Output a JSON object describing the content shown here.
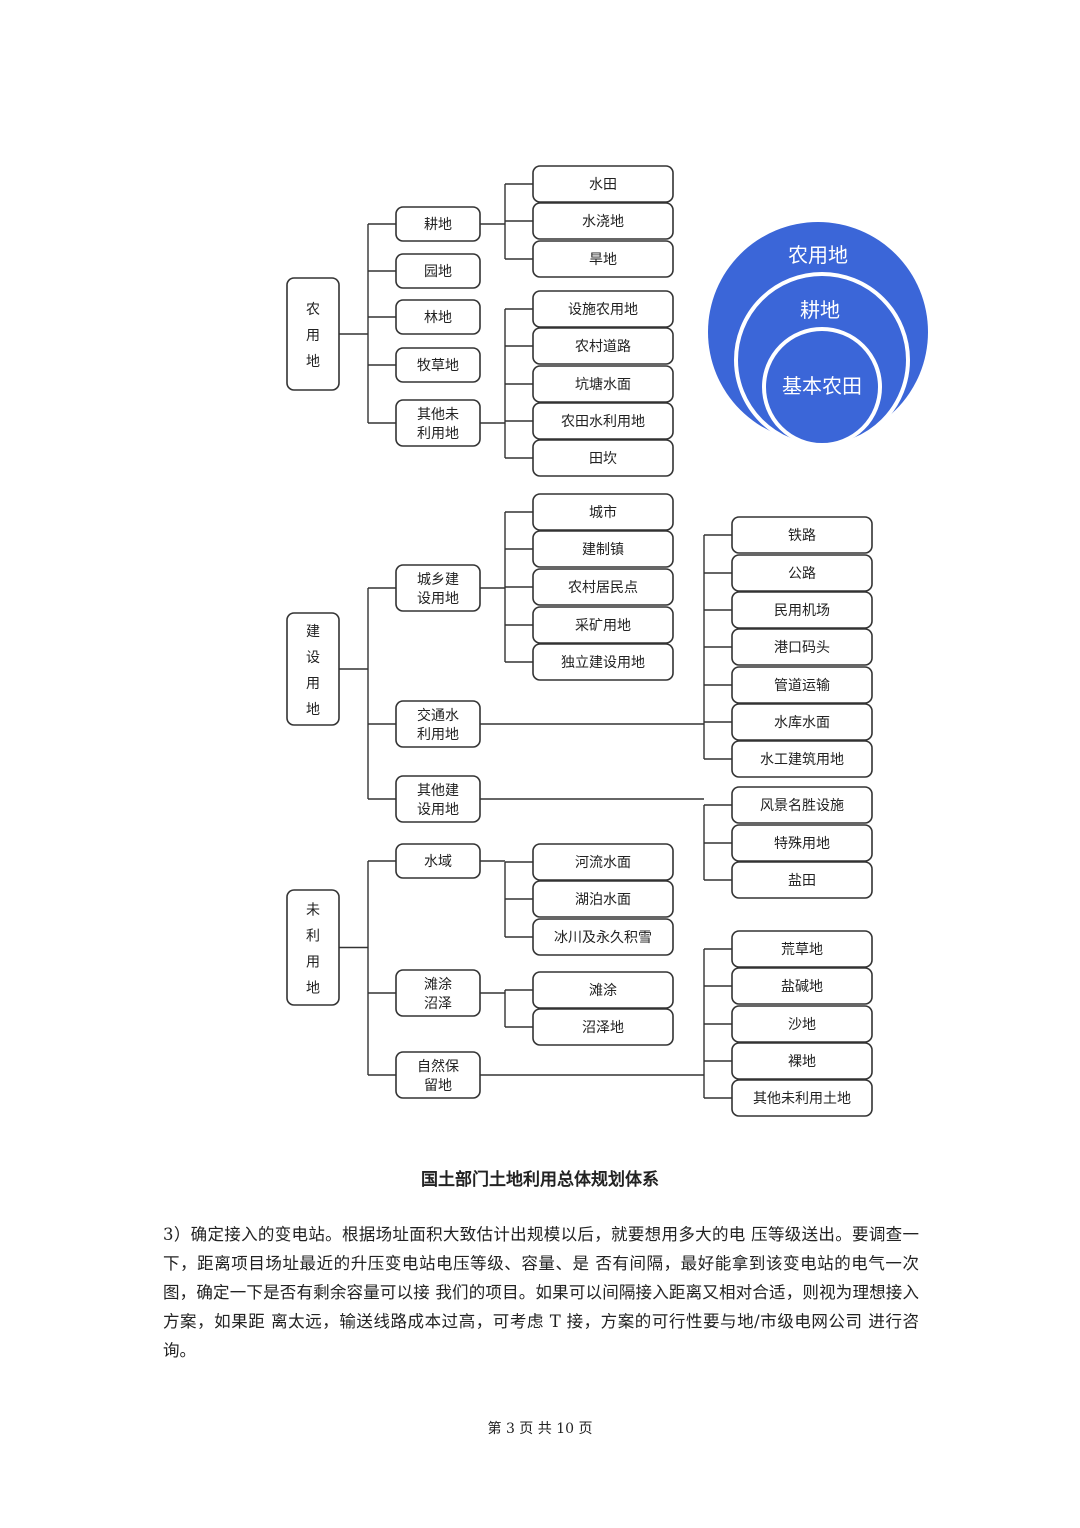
{
  "diagram": {
    "roots": [
      {
        "label": "农用地",
        "children": [
          {
            "label": "耕地",
            "children": [
              "水田",
              "水浇地",
              "旱地"
            ]
          },
          {
            "label": "园地",
            "children": []
          },
          {
            "label": "林地",
            "children": []
          },
          {
            "label": "牧草地",
            "children": []
          },
          {
            "label": "其他未利用地",
            "children": [
              "设施农用地",
              "农村道路",
              "坑塘水面",
              "农田水利用地",
              "田坎"
            ]
          }
        ]
      },
      {
        "label": "建设用地",
        "children": [
          {
            "label": "城乡建设用地",
            "children": [
              "城市",
              "建制镇",
              "农村居民点",
              "采矿用地",
              "独立建设用地"
            ]
          },
          {
            "label": "交通水利用地",
            "children": [
              "铁路",
              "公路",
              "民用机场",
              "港口码头",
              "管道运输",
              "水库水面",
              "水工建筑用地"
            ]
          },
          {
            "label": "其他建设用地",
            "children": [
              "风景名胜设施",
              "特殊用地",
              "盐田"
            ]
          }
        ]
      },
      {
        "label": "未利用地",
        "children": [
          {
            "label": "水域",
            "children": [
              "河流水面",
              "湖泊水面",
              "冰川及永久积雪"
            ]
          },
          {
            "label": "滩涂沼泽",
            "children": [
              "滩涂",
              "沼泽地"
            ]
          },
          {
            "label": "自然保留地",
            "children": [
              "荒草地",
              "盐碱地",
              "沙地",
              "裸地",
              "其他未利用土地"
            ]
          }
        ]
      }
    ],
    "circle_levels": [
      "农用地",
      "耕地",
      "基本农田"
    ],
    "colors": {
      "circle_fill": "#3b66d8",
      "circle_ring": "#ffffff"
    }
  },
  "caption": "国土部门土地利用总体规划体系",
  "paragraph": "3）确定接入的变电站。根据场址面积大致估计出规模以后，就要想用多大的电 压等级送出。要调查一下，距离项目场址最近的升压变电站电压等级、容量、是 否有间隔，最好能拿到该变电站的电气一次图，确定一下是否有剩余容量可以接 我们的项目。如果可以间隔接入距离又相对合适，则视为理想接入方案，如果距 离太远，输送线路成本过高，可考虑 T 接，方案的可行性要与地/市级电网公司 进行咨询。",
  "footer": "第 3 页 共 10 页"
}
